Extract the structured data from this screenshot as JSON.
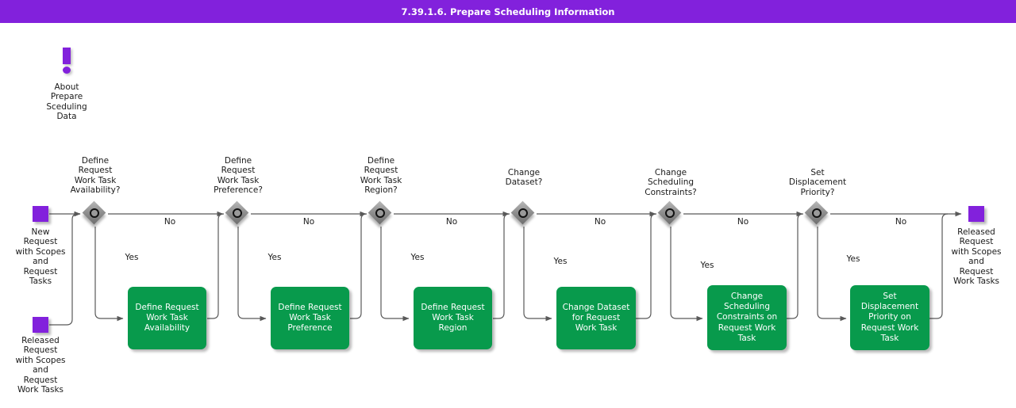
{
  "header": {
    "title": "7.39.1.6. Prepare Scheduling Information",
    "bg_color": "#8221dc",
    "text_color": "#ffffff"
  },
  "colors": {
    "event_purple": "#8221dc",
    "task_green": "#089a4c",
    "gateway_gray": "#8f8f8f",
    "connector": "#595959",
    "text": "#1a1a1a"
  },
  "annotation": {
    "icon": "exclamation-mark-icon",
    "label": "About\nPrepare\nSceduling\nData"
  },
  "start_events": [
    {
      "label": "New\nRequest\nwith Scopes\nand\nRequest\nTasks"
    },
    {
      "label": "Released\nRequest\nwith Scopes\nand\nRequest\nWork Tasks"
    }
  ],
  "end_event": {
    "label": "Released\nRequest\nwith Scopes\nand\nRequest\nWork Tasks"
  },
  "gateways": [
    {
      "label": "Define\nRequest\nWork Task\nAvailability?",
      "icon": "inclusive-gateway-icon"
    },
    {
      "label": "Define\nRequest\nWork Task\nPreference?",
      "icon": "inclusive-gateway-icon"
    },
    {
      "label": "Define\nRequest\nWork Task\nRegion?",
      "icon": "inclusive-gateway-icon"
    },
    {
      "label": "Change\nDataset?",
      "icon": "inclusive-gateway-icon"
    },
    {
      "label": "Change\nScheduling\nConstraints?",
      "icon": "inclusive-gateway-icon"
    },
    {
      "label": "Set\nDisplacement\nPriority?",
      "icon": "inclusive-gateway-icon"
    }
  ],
  "tasks": [
    {
      "label": "Define Request\nWork Task\nAvailability"
    },
    {
      "label": "Define Request\nWork Task\nPreference"
    },
    {
      "label": "Define Request\nWork Task\nRegion"
    },
    {
      "label": "Change Dataset\nfor Request\nWork Task"
    },
    {
      "label": "Change\nScheduling\nConstraints on\nRequest Work\nTask"
    },
    {
      "label": "Set\nDisplacement\nPriority on\nRequest Work\nTask"
    }
  ],
  "flows": {
    "no_label": "No",
    "yes_label": "Yes",
    "branches": [
      {
        "no": "No",
        "yes": "Yes"
      },
      {
        "no": "No",
        "yes": "Yes"
      },
      {
        "no": "No",
        "yes": "Yes"
      },
      {
        "no": "No",
        "yes": "Yes"
      },
      {
        "no": "No",
        "yes": "Yes"
      },
      {
        "no": "No",
        "yes": "Yes"
      }
    ]
  }
}
